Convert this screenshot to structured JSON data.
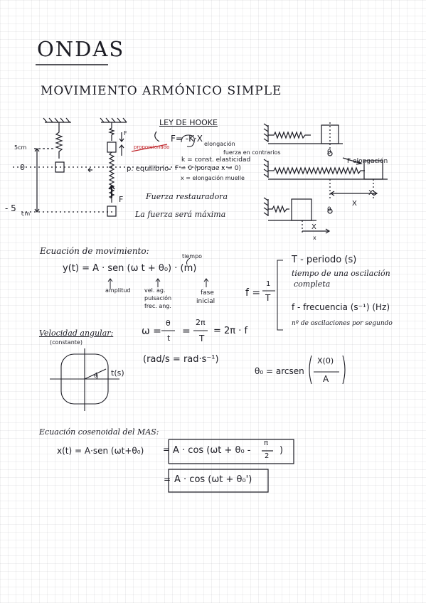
{
  "title": "ONDAS",
  "subtitle": "MOVIMIENTO ARMÓNICO SIMPLE",
  "hooke": {
    "heading": "LEY DE HOOKE",
    "formula": "F= -K·X",
    "proporcionado": "proporcionado",
    "elongacion": "elongación",
    "fuerza_contraria": "fuerza en contrarios",
    "k_def": "k = const. elasticidad",
    "p_equilibrio": "p. equilibrio",
    "f_zero": "F = 0 (porque x = 0)",
    "x_def": "x = elongación muelle",
    "fuerza_restauradora": "Fuerza restauradora",
    "fuerza_maxima": "La fuerza será máxima",
    "label_5cm": "5cm",
    "label_0": "0",
    "label_minus5": "- 5",
    "label_cm": "cm",
    "label_f": "F",
    "label_f2": "F",
    "label_felong": "F elongación",
    "label_x1": "X",
    "label_x2": "X",
    "label_x3": "X",
    "label_x4": "x",
    "label_0a": "0",
    "label_0b": "0"
  },
  "motion": {
    "heading": "Ecuación de movimiento:",
    "tiempo": "tiempo",
    "equation": "y(t) = A · sen (ω t + θ₀) · (m)",
    "amplitud": "amplitud",
    "vel_ang_1": "vel. ag.",
    "vel_ang_2": "pulsación",
    "vel_ang_3": "frec. ang.",
    "fase_1": "fase",
    "fase_2": "inicial",
    "f_eq": "f =",
    "f_num": "1",
    "f_den": "T",
    "period_1": "T - periodo  (s)",
    "period_2": "tiempo de una oscilación",
    "period_3": "completa",
    "freq_1": "f - frecuencia  (s⁻¹) (Hz)",
    "freq_2": "nº de oscilaciones por segundo"
  },
  "angular": {
    "heading": "Velocidad angular:",
    "note": "(constante)",
    "omega": "ω =",
    "theta": "θ",
    "t": "t",
    "eq2": "=",
    "twopi": "2π",
    "T": "T",
    "eq3": "= 2π · f",
    "units": "(rad/s = rad·s⁻¹)",
    "theta0": "θ₀ = arcsen",
    "x0": "X(0)",
    "A": "A",
    "circle_t": "t(s)",
    "circle_theta": "θ"
  },
  "cosine": {
    "heading": "Ecuación cosenoidal del MAS:",
    "lhs": "x(t) = A·sen (ωt+θ₀)",
    "eq1": "=",
    "box1": "A · cos (ωt + θ₀ -",
    "pi": "π",
    "two": "2",
    "paren": ")",
    "eq2": "=",
    "box2": "A · cos (ωt + θ₀')"
  }
}
